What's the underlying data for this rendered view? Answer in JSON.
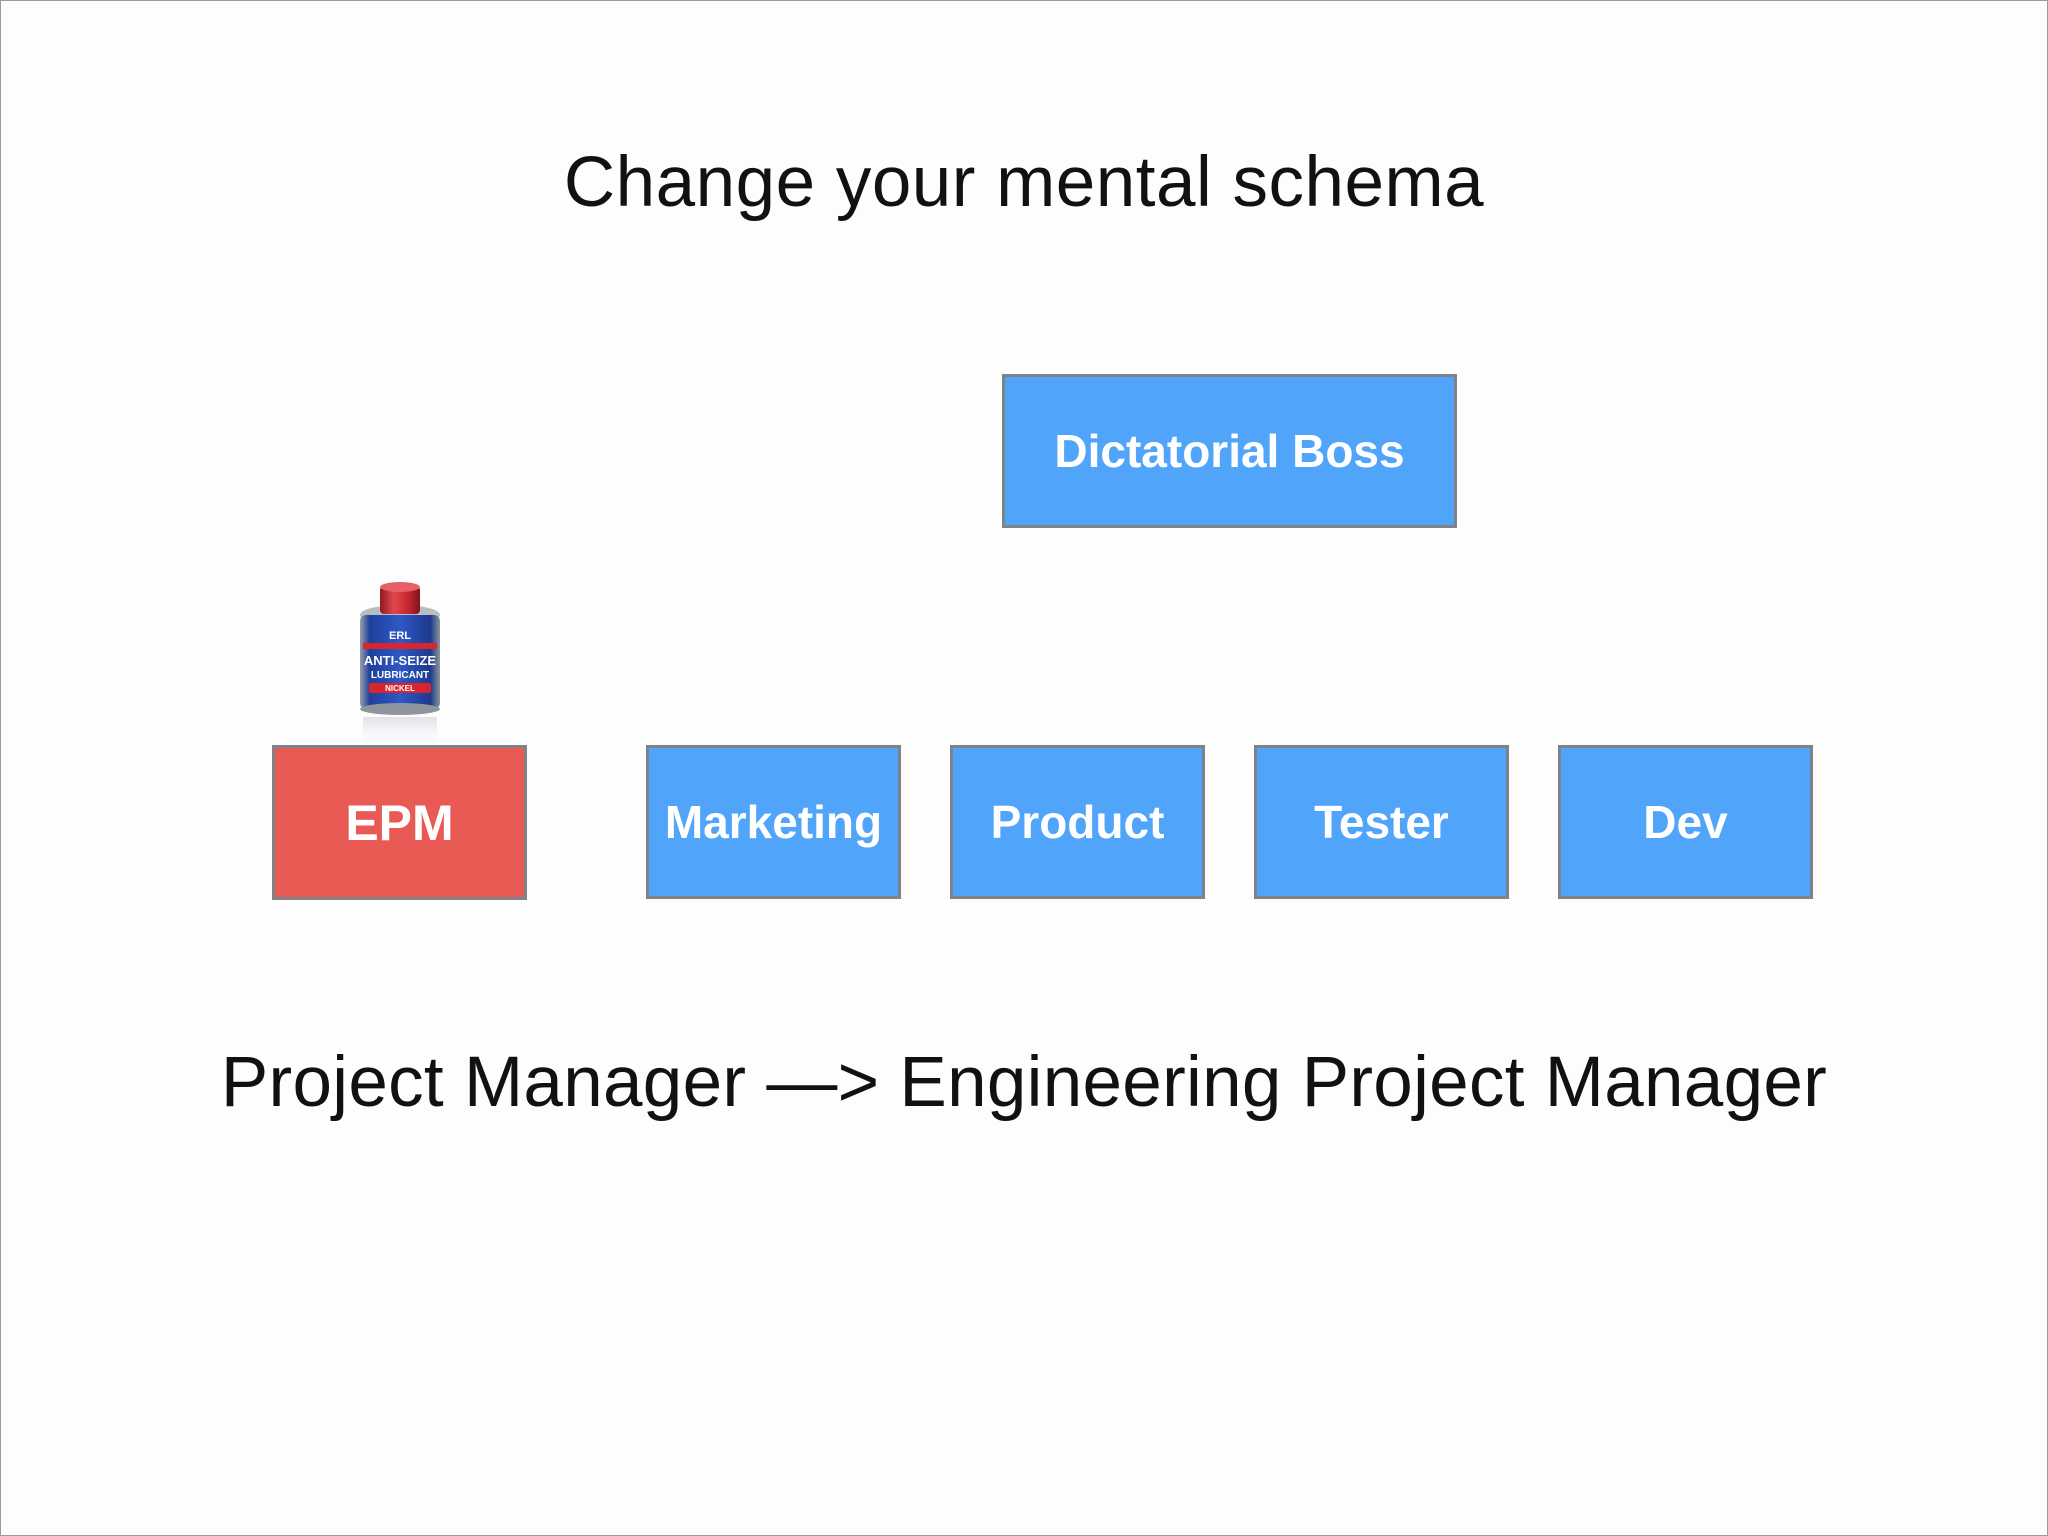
{
  "slide": {
    "title": "Change your mental schema",
    "boss_label": "Dictatorial Boss",
    "team": [
      {
        "label": "EPM",
        "highlight": true,
        "color": "#ea5a55"
      },
      {
        "label": "Marketing",
        "highlight": false,
        "color": "#50a5fa"
      },
      {
        "label": "Product",
        "highlight": false,
        "color": "#50a5fa"
      },
      {
        "label": "Tester",
        "highlight": false,
        "color": "#50a5fa"
      },
      {
        "label": "Dev",
        "highlight": false,
        "color": "#50a5fa"
      }
    ],
    "bottom_text": "Project Manager —> Engineering Project Manager",
    "lubricant_can": {
      "icon": "anti-seize-lubricant-can-icon",
      "brand": "ERL",
      "line1": "ANTI-SEIZE",
      "line2": "LUBRICANT",
      "line3": "NICKEL"
    }
  },
  "colors": {
    "box_blue": "#50a5fa",
    "box_red": "#ea5a55",
    "box_border": "#7f8286",
    "text": "#111111"
  }
}
